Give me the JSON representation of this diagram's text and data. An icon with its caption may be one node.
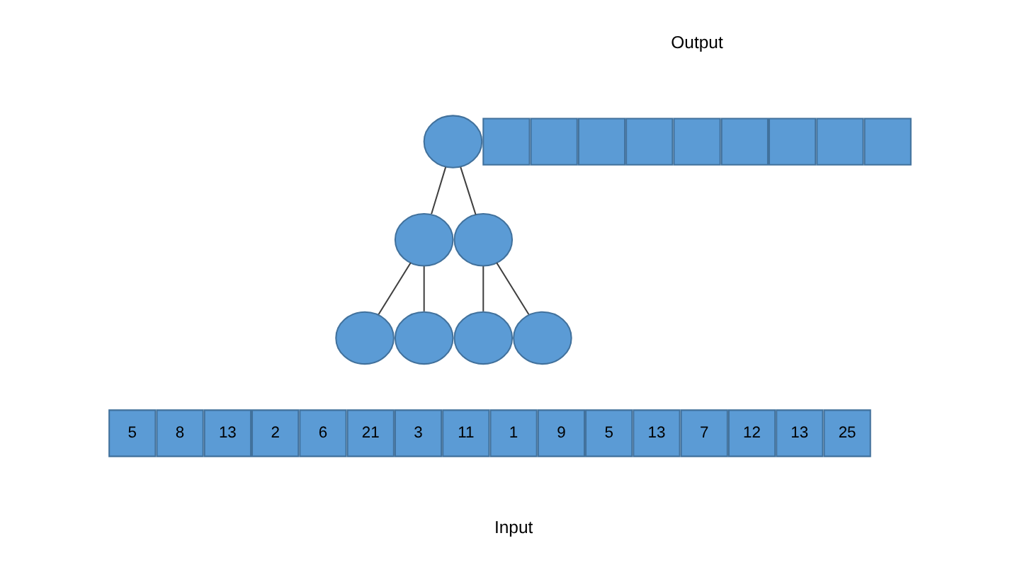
{
  "diagram": {
    "nodes": [
      {
        "text": [],
        "shape": "box"
      },
      {
        "text": [],
        "shape": "box"
      },
      {
        "text": [],
        "shape": "box"
      },
      {
        "text": [],
        "shape": "box"
      },
      {
        "text": [],
        "shape": "box"
      },
      {
        "text": [],
        "shape": "box"
      },
      {
        "text": [],
        "shape": "box"
      },
      {
        "text": [],
        "shape": "box"
      },
      {
        "text": [],
        "shape": "box"
      },
      {
        "text": [],
        "shape": "circle"
      },
      {
        "text": [],
        "shape": "circle"
      },
      {
        "text": [],
        "shape": "circle"
      },
      {
        "text": [],
        "shape": "circle"
      },
      {
        "text": [],
        "shape": "circle"
      },
      {
        "text": [],
        "shape": "circle"
      },
      {
        "text": [],
        "shape": "circle"
      },
      {
        "text": [
          "5"
        ]
      },
      {
        "text": [
          "8"
        ]
      },
      {
        "text": [
          "13"
        ]
      },
      {
        "text": [
          "2"
        ]
      },
      {
        "text": [
          "6"
        ]
      },
      {
        "text": [
          "21"
        ]
      },
      {
        "text": [
          "3"
        ]
      },
      {
        "text": [
          "11"
        ]
      },
      {
        "text": [
          "1"
        ]
      },
      {
        "text": [
          "9"
        ]
      },
      {
        "text": [
          "5"
        ]
      },
      {
        "text": [
          "13"
        ]
      },
      {
        "text": [
          "7"
        ]
      },
      {
        "text": [
          "12"
        ]
      },
      {
        "text": [
          "13"
        ]
      },
      {
        "text": [
          "25"
        ]
      }
    ],
    "edges": [
      {
        "from": 9,
        "to": 10,
        "arrow": "none"
      },
      {
        "from": 9,
        "to": 11,
        "arrow": "none"
      },
      {
        "from": 10,
        "to": 12,
        "arrow": "none"
      },
      {
        "from": 10,
        "to": 13,
        "arrow": "none"
      },
      {
        "from": 11,
        "to": 14,
        "arrow": "none"
      },
      {
        "from": 11,
        "to": 15,
        "arrow": "none"
      }
    ],
    "labels": [
      "Output",
      "Input"
    ]
  }
}
